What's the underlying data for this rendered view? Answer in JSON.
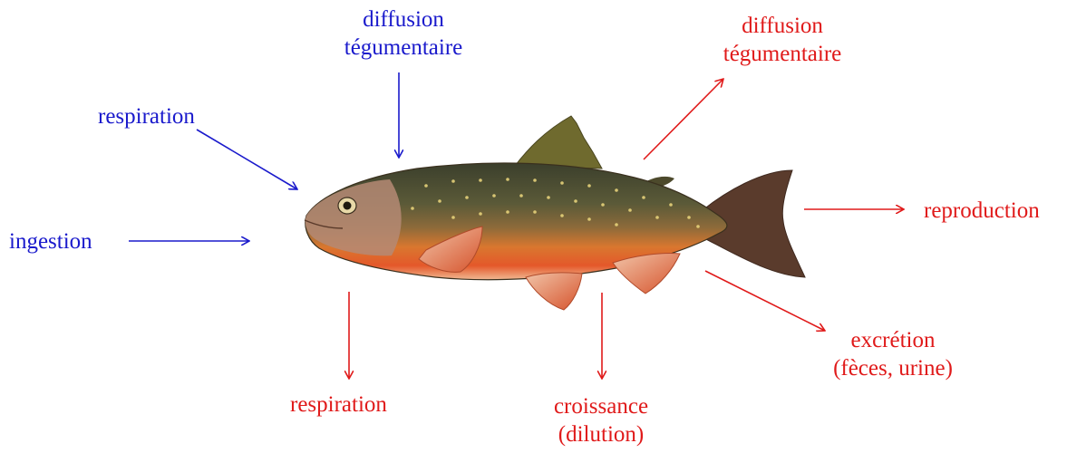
{
  "colors": {
    "inputs": "#1a1acc",
    "outputs": "#e01a1a"
  },
  "inputs": {
    "diffusion": {
      "line1": "diffusion",
      "line2": "tégumentaire"
    },
    "respiration": "respiration",
    "ingestion": "ingestion"
  },
  "outputs": {
    "diffusion": {
      "line1": "diffusion",
      "line2": "tégumentaire"
    },
    "reproduction": "reproduction",
    "excretion": {
      "line1": "excrétion",
      "line2": "(fèces, urine)"
    },
    "croissance": {
      "line1": "croissance",
      "line2": "(dilution)"
    },
    "respiration": "respiration"
  }
}
